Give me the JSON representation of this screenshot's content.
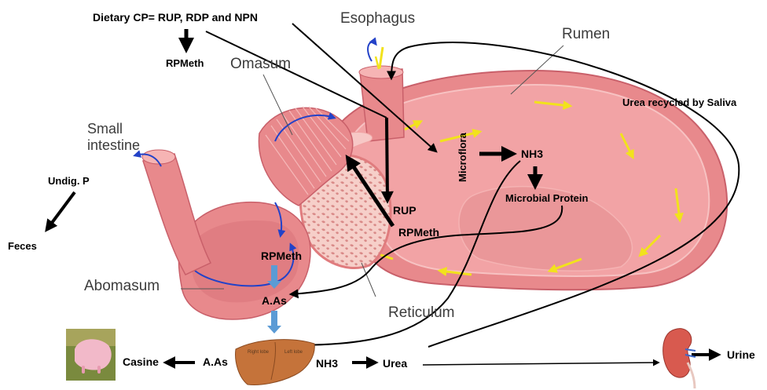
{
  "colors": {
    "stomach_fill": "#e8898c",
    "stomach_light": "#f4b5b4",
    "stomach_dark": "#d9737a",
    "rumen_lining": "#f2a3a5",
    "flow_blue": "#2342c8",
    "flow_yellow": "#f2e21c",
    "liver": "#c5733a",
    "kidney": "#d85a4f",
    "arrow_light_blue": "#5b9bd5",
    "line": "#000000"
  },
  "labels": {
    "dietary_cp": "Dietary CP= RUP, RDP and NPN",
    "rpmeth_top": "RPMeth",
    "esophagus": "Esophagus",
    "omasum": "Omasum",
    "rumen": "Rumen",
    "urea_recycled": "Urea recycled by Saliva",
    "small_intestine_line1": "Small",
    "small_intestine_line2": "intestine",
    "undig_p": "Undig. P",
    "feces": "Feces",
    "microflora": "Microflora",
    "nh3_rumen": "NH3",
    "microbial_protein": "Microbial Protein",
    "rup": "RUP",
    "rpmeth_mid": "RPMeth",
    "rpmeth_abomasum": "RPMeth",
    "abomasum": "Abomasum",
    "aas_abomasum": "A.As",
    "reticulum": "Reticulum",
    "casine": "Casine",
    "aas_liver": "A.As",
    "nh3_liver": "NH3",
    "urea": "Urea",
    "urine": "Urine",
    "liver_lobe_right": "Right lobe",
    "liver_lobe_left": "Left lobe"
  }
}
